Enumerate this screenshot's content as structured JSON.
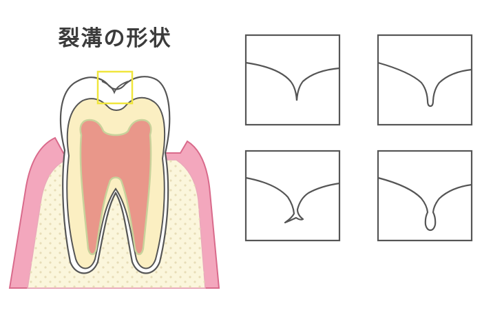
{
  "title": "裂溝の形状",
  "colors": {
    "gum": "#f3a7bd",
    "gum_outline": "#d96a8b",
    "bone": "#fbf6dc",
    "bone_dot": "#e7ddb7",
    "enamel": "#ffffff",
    "dentin": "#fbefc2",
    "pulp": "#e9978a",
    "outline": "#555555",
    "highlight_box": "#f0e63c"
  },
  "fissure_types": [
    {
      "name": "fissure-shape-v"
    },
    {
      "name": "fissure-shape-u"
    },
    {
      "name": "fissure-shape-hook"
    },
    {
      "name": "fissure-shape-bulb"
    }
  ]
}
